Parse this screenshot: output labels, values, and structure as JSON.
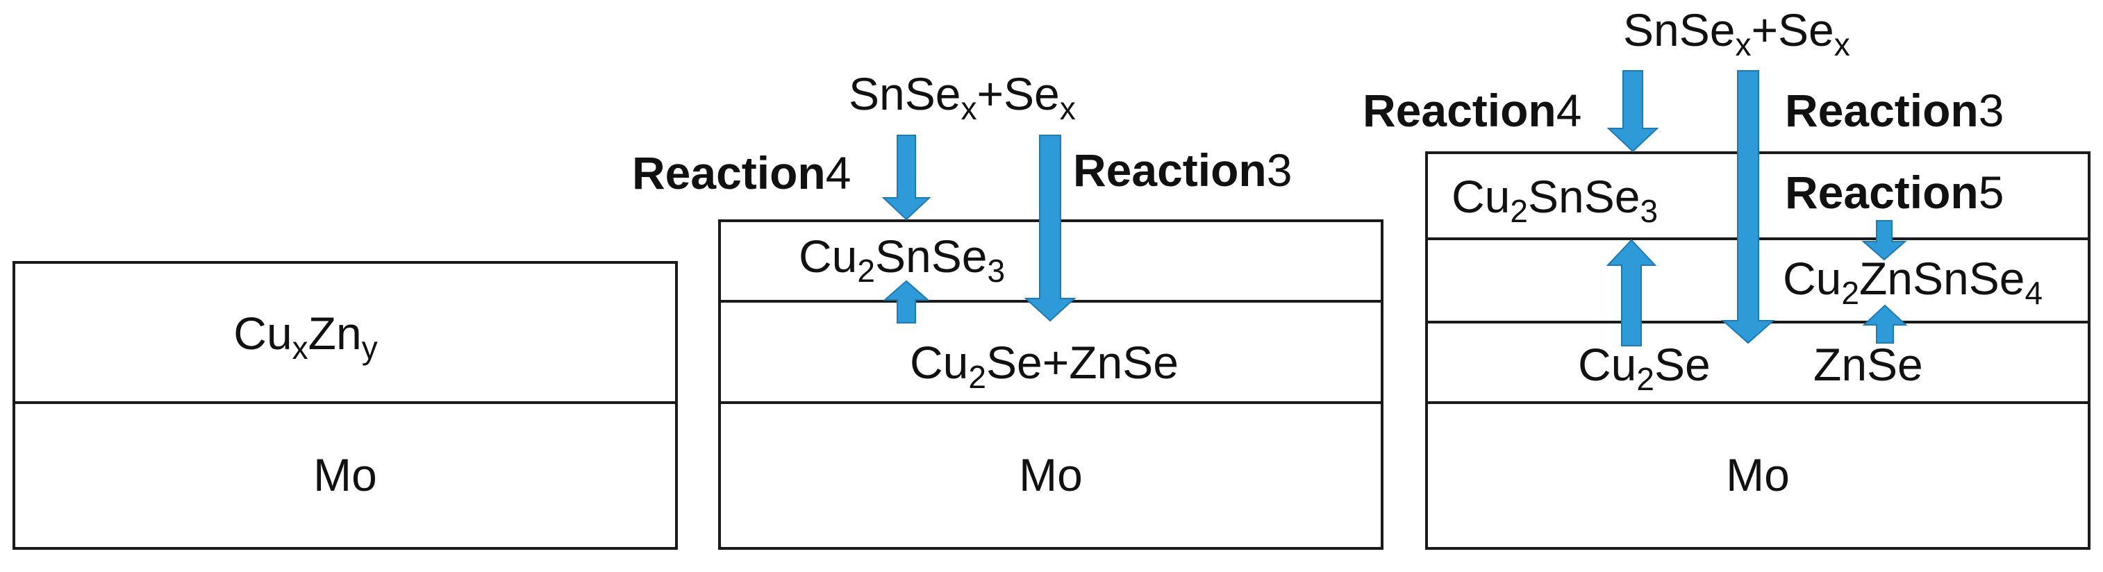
{
  "colors": {
    "arrow": "#2f9ad8",
    "outline": "#1a1a1a",
    "text": "#111111"
  },
  "panel1": {
    "top_layer": {
      "base": "Cu",
      "s1": "x",
      "mid": "Zn",
      "s2": "y"
    },
    "substrate": "Mo"
  },
  "panel2": {
    "source": {
      "a": "SnSe",
      "s1": "x",
      "b": "+Se",
      "s2": "x"
    },
    "reaction_left": {
      "word": "Reaction",
      "num": "4"
    },
    "reaction_right": {
      "word": "Reaction",
      "num": "3"
    },
    "top_layer": {
      "a": "Cu",
      "s1": "2",
      "b": "SnSe",
      "s2": "3"
    },
    "mid_layer": {
      "a": "Cu",
      "s1": "2",
      "b": "Se+ZnSe"
    },
    "substrate": "Mo"
  },
  "panel3": {
    "source": {
      "a": "SnSe",
      "s1": "x",
      "b": "+Se",
      "s2": "x"
    },
    "reaction_left": {
      "word": "Reaction",
      "num": "4"
    },
    "reaction_right": {
      "word": "Reaction",
      "num": "3"
    },
    "reaction_inner": {
      "word": "Reaction",
      "num": "5"
    },
    "top_layer": {
      "a": "Cu",
      "s1": "2",
      "b": "SnSe",
      "s2": "3"
    },
    "quaternary": {
      "a": "Cu",
      "s1": "2",
      "b": "ZnSnSe",
      "s2": "4"
    },
    "binary_left": {
      "a": "Cu",
      "s1": "2",
      "b": "Se"
    },
    "binary_right": "ZnSe",
    "substrate": "Mo"
  }
}
